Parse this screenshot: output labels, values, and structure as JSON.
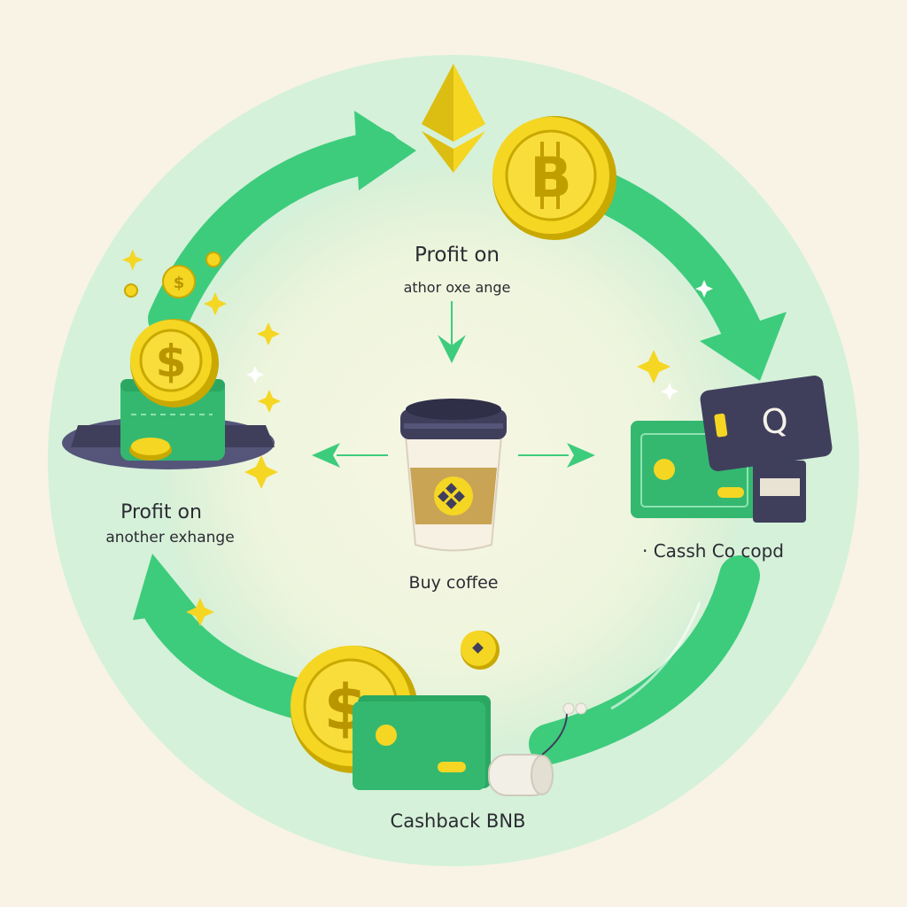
{
  "labels": {
    "top_line1": "Profit on",
    "top_line2": "athor oxe ange",
    "left_line1": "Profit on",
    "left_line2": "another exhange",
    "center": "Buy coffee",
    "right": "· Cassh Co copd",
    "bottom": "Cashback BNB"
  },
  "colors": {
    "background": "#f8f3e5",
    "ring": "#d6f2db",
    "arrow_green": "#3dcc7c",
    "coin_yellow": "#f5d623",
    "coin_rim": "#c9a800",
    "card_dark": "#3f3f5c",
    "text": "#2b2b33"
  },
  "icons": [
    "ethereum-icon",
    "bitcoin-coin-icon",
    "dollar-coin-icon",
    "coffee-cup-icon",
    "binance-logo-icon",
    "credit-card-icon",
    "sparkle-icon"
  ]
}
